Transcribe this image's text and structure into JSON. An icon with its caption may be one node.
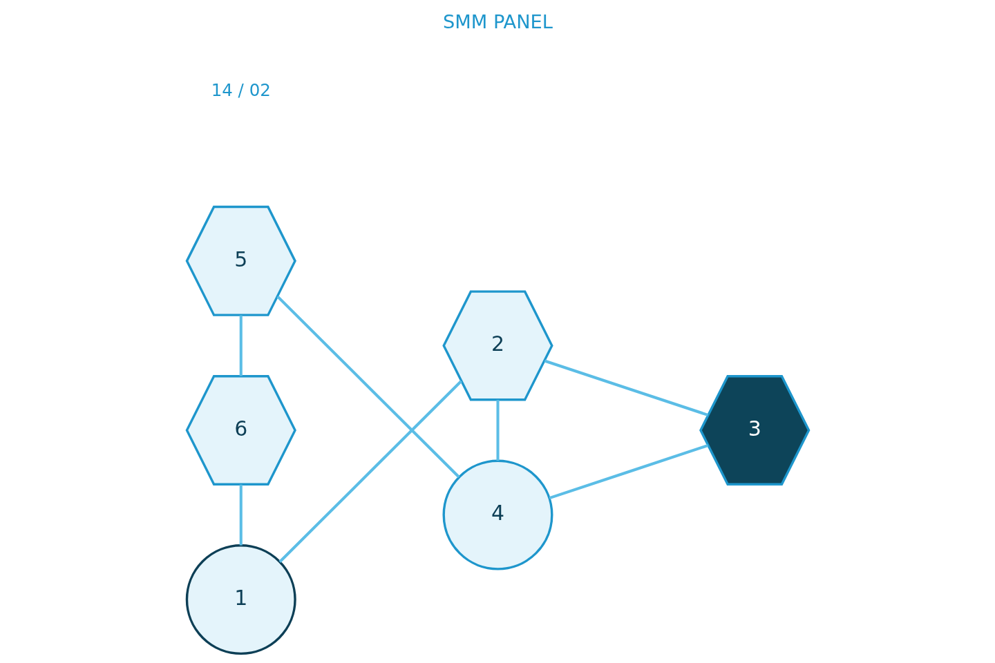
{
  "diagram": {
    "title": "SMM PANEL",
    "nodes": [
      {
        "text": [
          "1"
        ]
      },
      {
        "text": [
          "2"
        ]
      },
      {
        "text": [
          "3"
        ]
      },
      {
        "text": [
          "4"
        ]
      },
      {
        "text": [
          "5"
        ]
      },
      {
        "text": [
          "6"
        ]
      }
    ],
    "edges": [
      {
        "from": 0,
        "to": 1,
        "arrow": "none"
      },
      {
        "from": 1,
        "to": 2,
        "arrow": "none"
      },
      {
        "from": 1,
        "to": 3,
        "arrow": "none"
      },
      {
        "from": 2,
        "to": 3,
        "arrow": "none"
      },
      {
        "from": 3,
        "to": 4,
        "arrow": "none"
      },
      {
        "from": 4,
        "to": 5,
        "arrow": "none"
      },
      {
        "from": 5,
        "to": 0,
        "arrow": "none"
      }
    ],
    "labels": [
      "14 / 02"
    ]
  }
}
